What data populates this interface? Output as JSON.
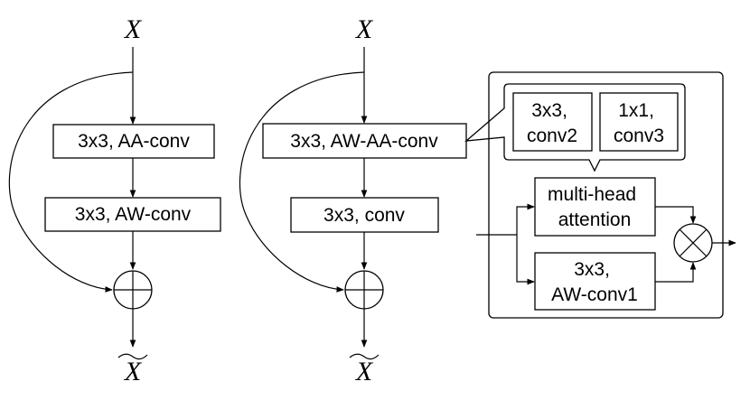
{
  "left_block": {
    "input": "X",
    "layer1": "3x3, AA-conv",
    "layer2": "3x3, AW-conv",
    "output": "X"
  },
  "middle_block": {
    "input": "X",
    "layer1": "3x3, AW-AA-conv",
    "layer2": "3x3, conv",
    "output": "X"
  },
  "detail": {
    "conv2": [
      "3x3,",
      "conv2"
    ],
    "conv3": [
      "1x1,",
      "conv3"
    ],
    "attention": [
      "multi-head",
      "attention"
    ],
    "aw_conv1": [
      "3x3,",
      "AW-conv1"
    ]
  }
}
